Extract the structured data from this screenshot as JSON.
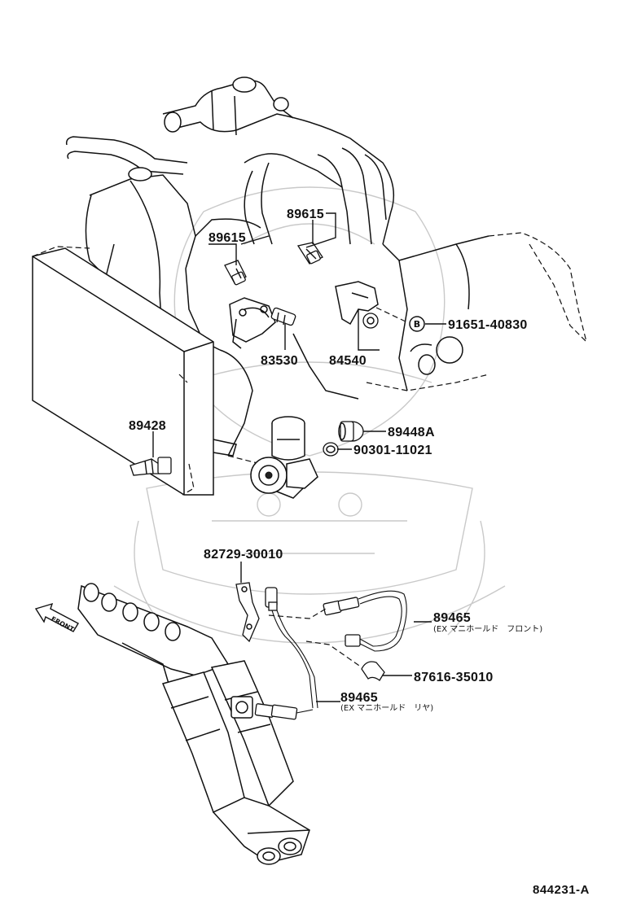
{
  "labels": {
    "p89615_upper": "89615",
    "p89615_lower": "89615",
    "p83530": "83530",
    "p84540": "84540",
    "p91651": "91651-40830",
    "p89428": "89428",
    "p89448a": "89448A",
    "p90301": "90301-11021",
    "p82729": "82729-30010",
    "p89465_front": "89465",
    "p89465_front_note": "(EX マニホールド　フロント)",
    "p87616": "87616-35010",
    "p89465_rear": "89465",
    "p89465_rear_note": "(EX マニホールド　リヤ)",
    "bolt_mark": "B",
    "front_arrow": "FRONT"
  },
  "diagram_ref": "844231-A",
  "icons": {
    "front_arrow": "front-direction-arrow-icon",
    "bolt": "bolt-b-marker-icon",
    "watermark": "samurai-helmet-watermark-icon"
  }
}
